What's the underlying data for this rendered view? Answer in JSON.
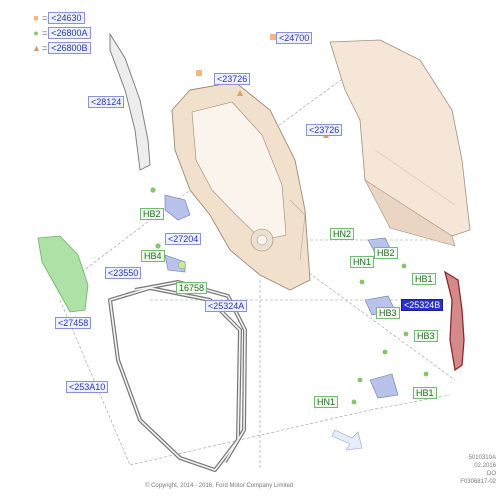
{
  "legend": [
    {
      "symbol": "■",
      "color": "#f5b87a",
      "code": "<24630"
    },
    {
      "symbol": "●",
      "color": "#8cc06a",
      "code": "<26800A"
    },
    {
      "symbol": "▲",
      "color": "#d8a070",
      "code": "<26800B"
    }
  ],
  "legend_eq": "=",
  "labels": {
    "l24700": "<24700",
    "l28124": "<28124",
    "l23726a": "<23726",
    "l23726b": "<23726",
    "hb2a": "HB2",
    "l27204": "<27204",
    "hb4": "HB4",
    "l23550": "<23550",
    "l16758": "16758",
    "l25324a": "<25324A",
    "l27458": "<27458",
    "l253a10": "<253A10",
    "hn2": "HN2",
    "hb2b": "HB2",
    "hn1a": "HN1",
    "hb1a": "HB1",
    "hb3a": "HB3",
    "l25324b": "<25324B",
    "hb3b": "HB3",
    "hn1b": "HN1",
    "hb1b": "HB1"
  },
  "footer": {
    "copyright": "© Copyright, 2014 - 2016, Ford Motor Company Limited",
    "stamp1": "5010310A",
    "stamp2": "02.2016",
    "stamp3": "DO",
    "stamp4": "F0306817-02"
  }
}
